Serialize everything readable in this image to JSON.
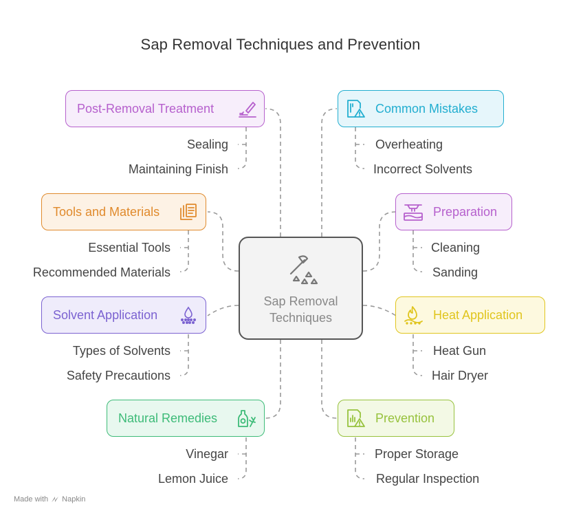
{
  "title": "Sap Removal Techniques and Prevention",
  "center": {
    "label": "Sap Removal Techniques"
  },
  "nodes": [
    {
      "label": "Post-Removal Treatment",
      "icon": "brush-icon",
      "color": "#b660cd",
      "bg": "#f7eefb",
      "items": [
        "Sealing",
        "Maintaining Finish"
      ]
    },
    {
      "label": "Tools and Materials",
      "icon": "clipboard-icon",
      "color": "#e08a2c",
      "bg": "#fdf2e5",
      "items": [
        "Essential Tools",
        "Recommended Materials"
      ]
    },
    {
      "label": "Solvent Application",
      "icon": "spray-icon",
      "color": "#7b62d1",
      "bg": "#efecfb",
      "items": [
        "Types of Solvents",
        "Safety Precautions"
      ]
    },
    {
      "label": "Natural Remedies",
      "icon": "bottle-icon",
      "color": "#3dbb78",
      "bg": "#e8f8ef",
      "items": [
        "Vinegar",
        "Lemon Juice"
      ]
    },
    {
      "label": "Common Mistakes",
      "icon": "warning-document-icon",
      "color": "#22aed0",
      "bg": "#e6f6fb",
      "items": [
        "Overheating",
        "Incorrect Solvents"
      ]
    },
    {
      "label": "Preparation",
      "icon": "sanding-icon",
      "color": "#b660cd",
      "bg": "#f7eefb",
      "items": [
        "Cleaning",
        "Sanding"
      ]
    },
    {
      "label": "Heat Application",
      "icon": "flame-icon",
      "color": "#e0c51d",
      "bg": "#fdf9df",
      "items": [
        "Heat Gun",
        "Hair Dryer"
      ]
    },
    {
      "label": "Prevention",
      "icon": "chart-warning-icon",
      "color": "#97c23d",
      "bg": "#f3f9e5",
      "items": [
        "Proper Storage",
        "Regular Inspection"
      ]
    }
  ],
  "footer": {
    "prefix": "Made with",
    "brand": "Napkin"
  }
}
